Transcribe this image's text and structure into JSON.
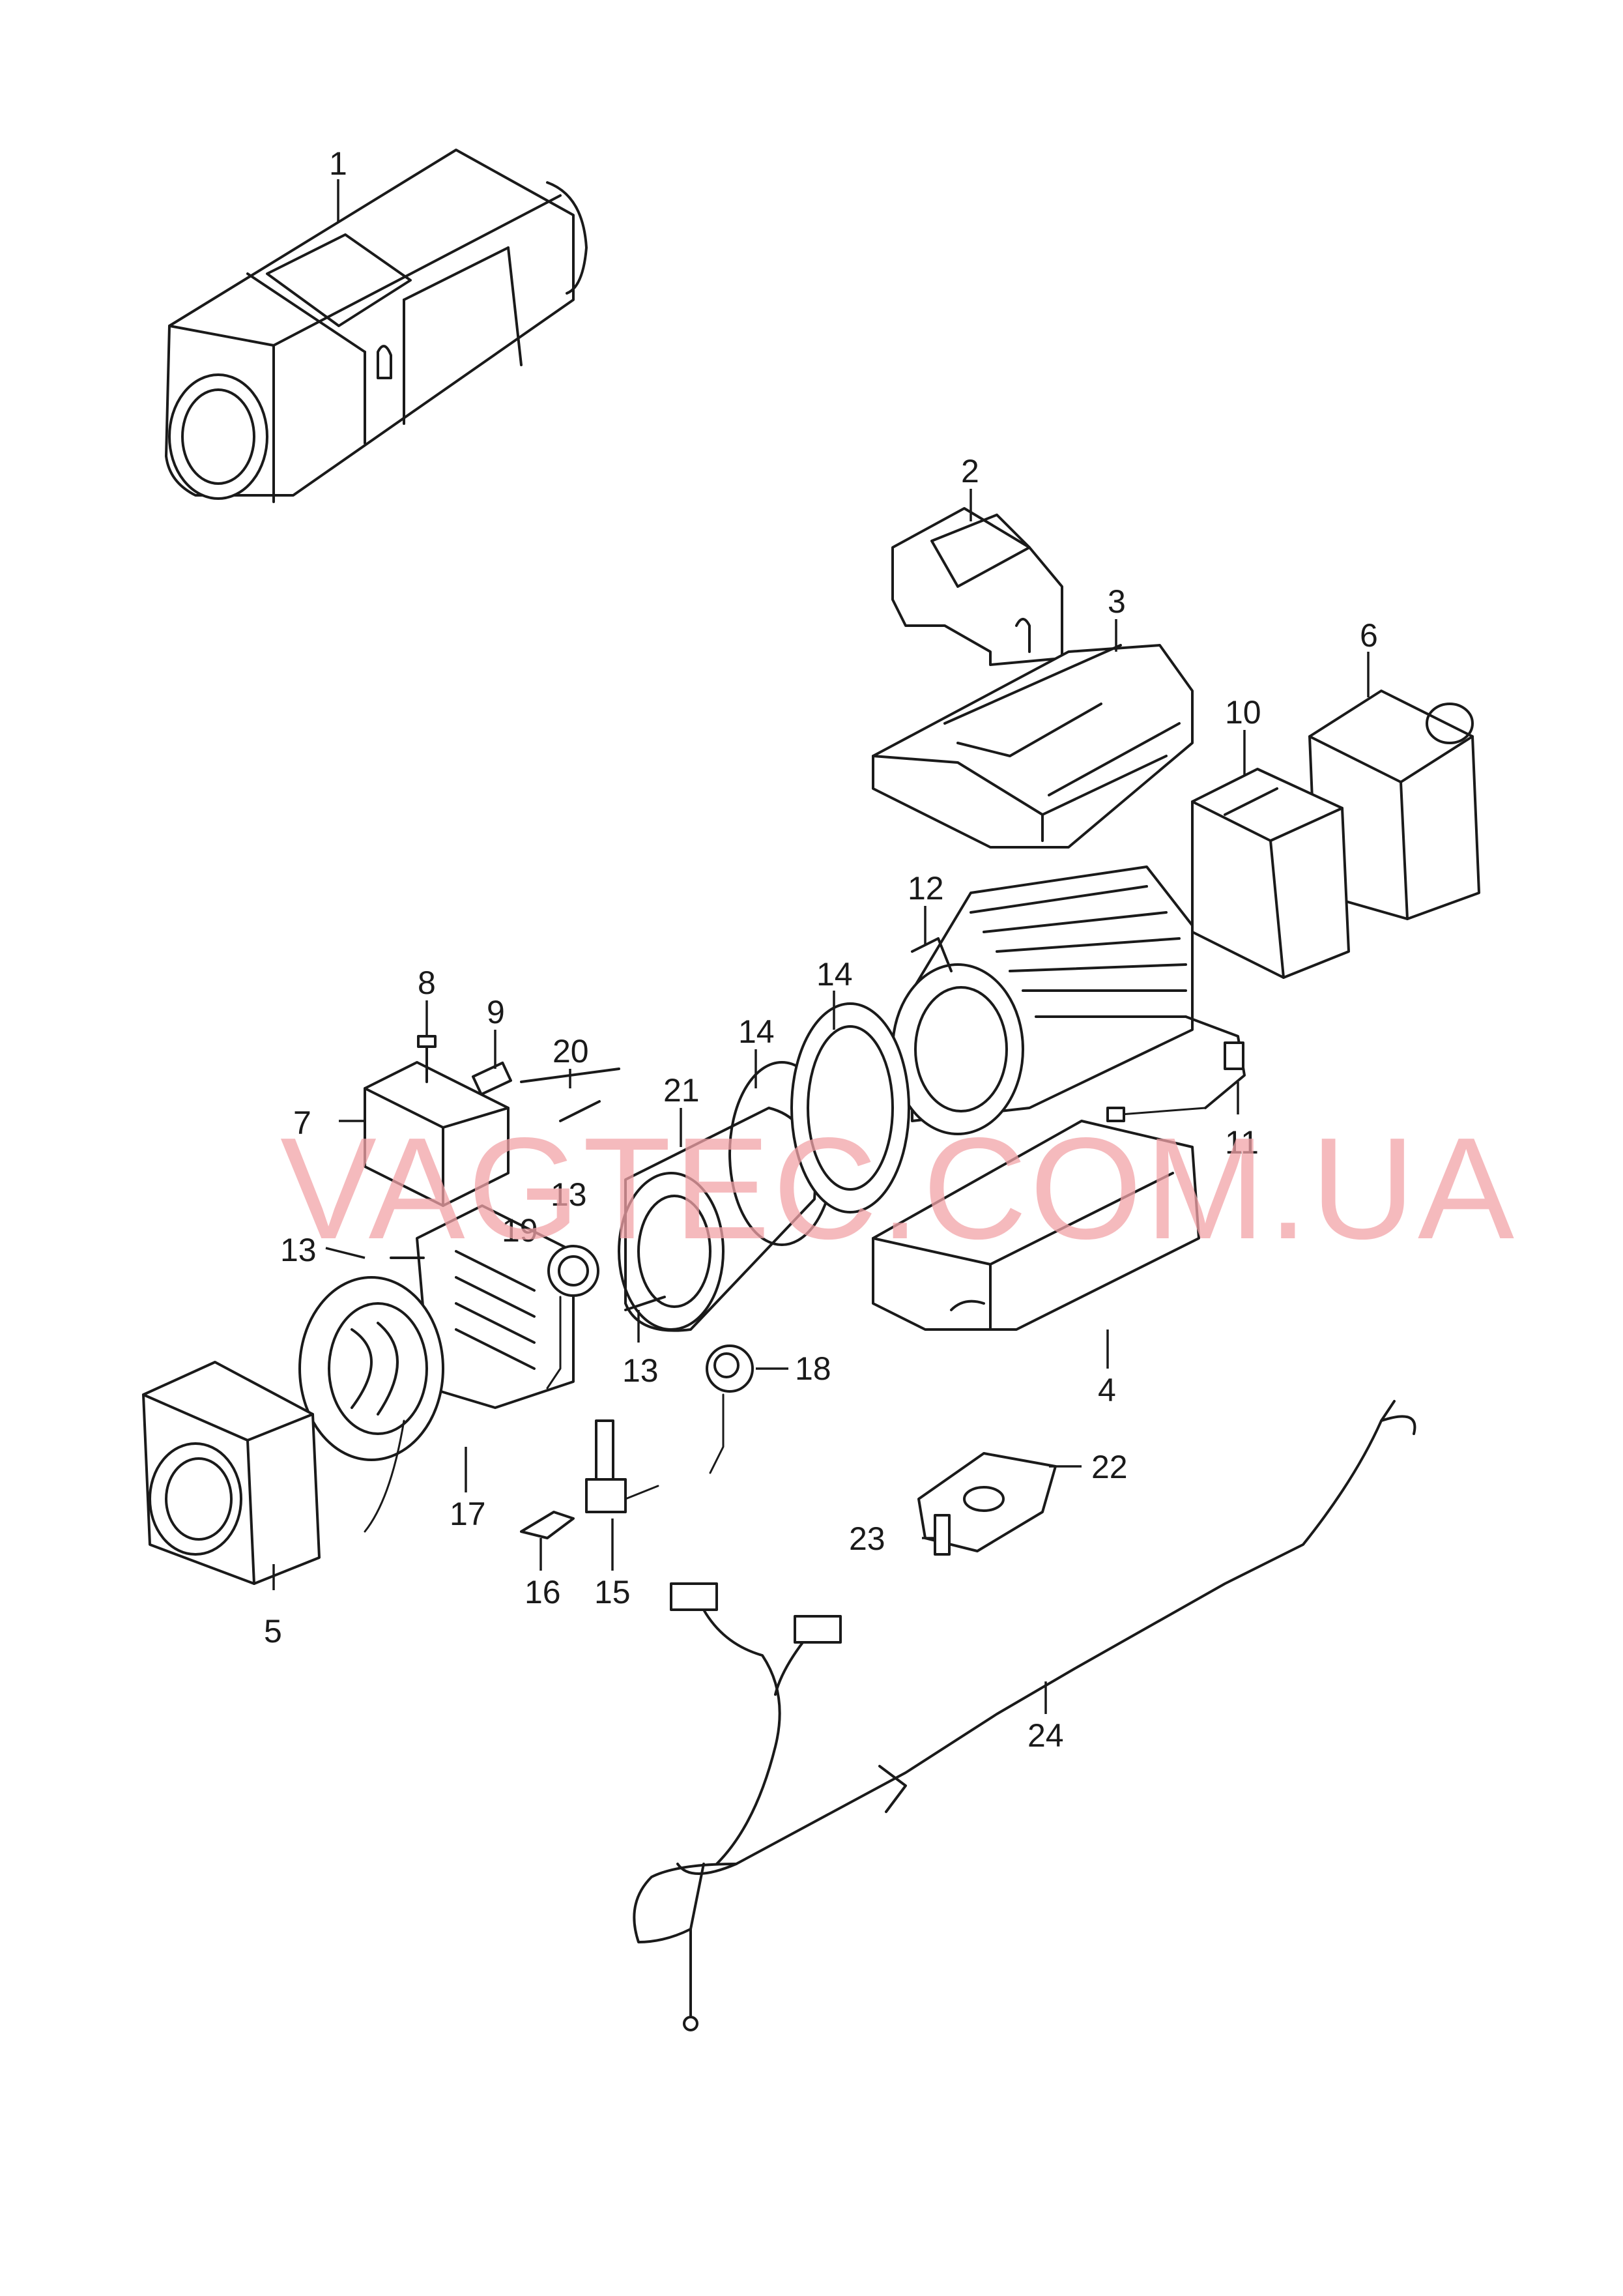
{
  "watermark": "VAGTEC.COM.UA",
  "callouts": [
    "1",
    "2",
    "3",
    "4",
    "5",
    "6",
    "7",
    "8",
    "9",
    "10",
    "11",
    "12",
    "13",
    "13",
    "13",
    "13",
    "14",
    "14",
    "15",
    "16",
    "17",
    "18",
    "19",
    "20",
    "21",
    "22",
    "23",
    "24"
  ],
  "colors": {
    "line": "#1a1a1a",
    "watermark": "#f2a3a8",
    "background": "#ffffff"
  }
}
